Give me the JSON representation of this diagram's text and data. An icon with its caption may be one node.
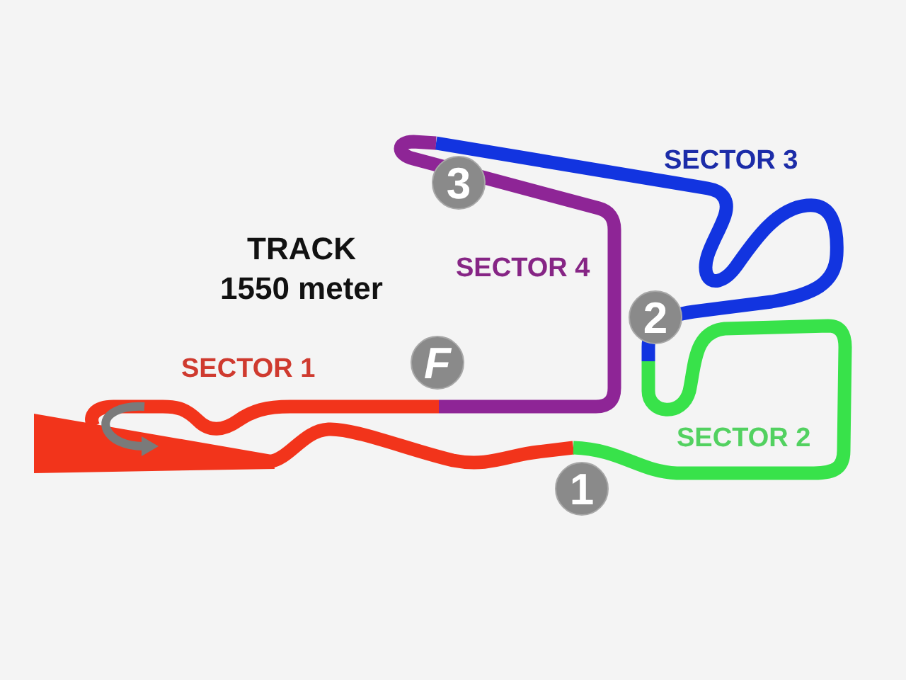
{
  "diagram": {
    "title": "TRACK 1550 meter",
    "nodes": [
      {
        "text": [
          "3"
        ]
      },
      {
        "text": [
          "2"
        ]
      },
      {
        "text": [
          "F"
        ]
      },
      {
        "text": [
          "1"
        ]
      }
    ],
    "labels": [
      "SECTOR 3",
      "SECTOR 4",
      "SECTOR 1",
      "SECTOR 2"
    ]
  }
}
